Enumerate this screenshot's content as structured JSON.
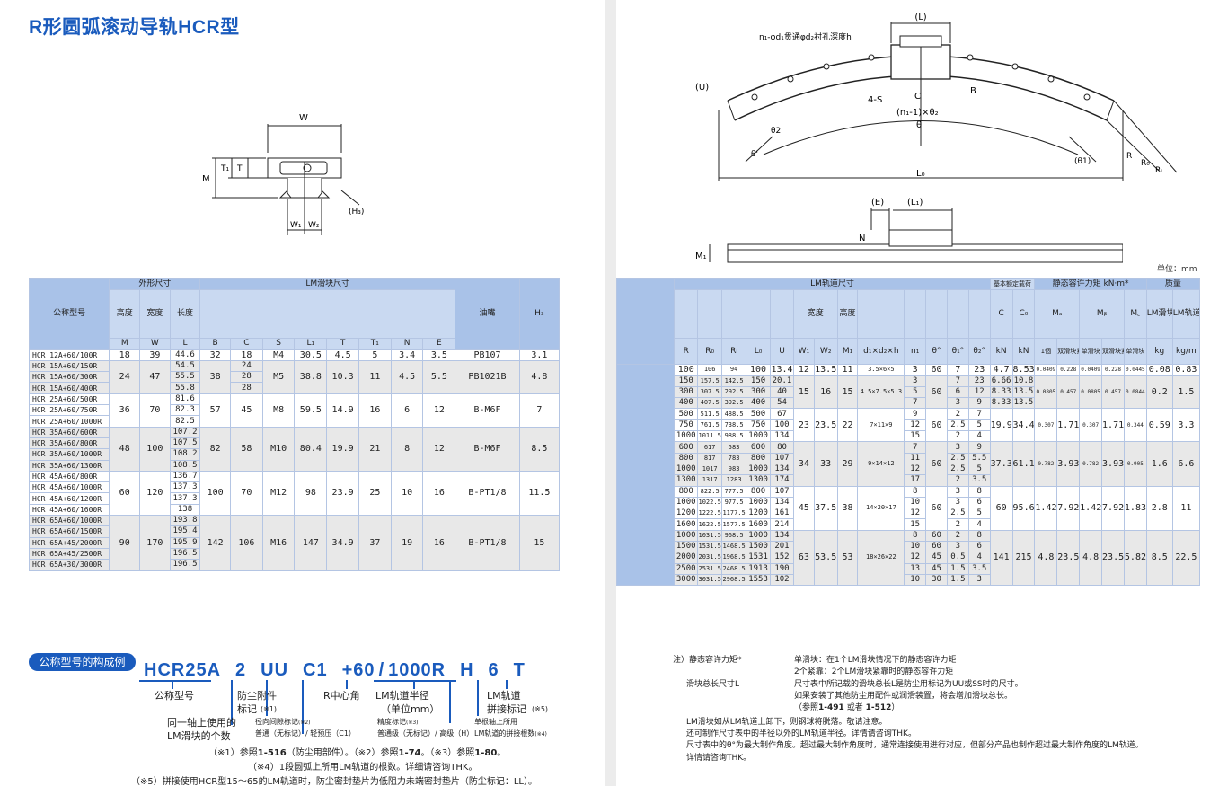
{
  "title": "R形圆弧滚动导轨HCR型",
  "unit": "单位：mm",
  "diagram_labels": {
    "W": "W",
    "M": "M",
    "T1": "T₁",
    "T": "T",
    "H3": "(H₃)",
    "W1": "W₁",
    "W2": "W₂",
    "L": "(L)",
    "n1": "n₁-φd₁贯通φd₂衬孔深度h",
    "U": "(U)",
    "B": "B",
    "4S": "4-S",
    "C": "C",
    "n1theta2": "(n₁-1)×θ₂",
    "theta": "θ",
    "theta2": "θ2",
    "theta1": "(θ1)",
    "thetap": "θ'",
    "R": "R",
    "Ro": "R₀",
    "Ri": "Rᵢ",
    "Lo": "L₀",
    "E": "(E)",
    "L1": "(L₁)",
    "N": "N",
    "M1": "M₁"
  },
  "left_header": {
    "model": "公称型号",
    "outer": "外形尺寸",
    "lm_block": "LM滑块尺寸",
    "height": "高度",
    "width": "宽度",
    "length": "长度",
    "grease": "油嘴",
    "H3": "H₃",
    "cols": [
      "M",
      "W",
      "L",
      "B",
      "C",
      "S",
      "L₁",
      "T",
      "T₁",
      "N",
      "E"
    ]
  },
  "right_header": {
    "lm_rail": "LM轨道尺寸",
    "load": "基本额定载荷",
    "static": "静态容许力矩 kN·m*",
    "mass": "质量",
    "width": "宽度",
    "height": "高度",
    "cols": [
      "R",
      "R₀",
      "Rᵢ",
      "L₀",
      "U",
      "W₁",
      "W₂",
      "M₁",
      "d₁×d₂×h",
      "n₁",
      "θ°",
      "θ₁°",
      "θ₂°",
      "kN",
      "kN",
      "kg",
      "kg/m"
    ],
    "C": "C",
    "Co": "C₀",
    "MA": "Mₐ",
    "MB": "Mᵦ",
    "MC": "M꜀",
    "one": "1個",
    "double": "双滑块紧靠",
    "single": "单滑块",
    "lm_block": "LM滑块",
    "lm_rail2": "LM轨道"
  },
  "groups": [
    {
      "g": false,
      "names": [
        "HCR 12A+60/100R"
      ],
      "M": "18",
      "W": "39",
      "L": [
        "44.6"
      ],
      "B": "32",
      "C": [
        "18"
      ],
      "S": "M4",
      "L1": "30.5",
      "T": "4.5",
      "T1": "5",
      "N": "3.4",
      "E": "3.5",
      "nip": "PB107",
      "H3": "3.1",
      "R": [
        "100"
      ],
      "Ro": [
        "106"
      ],
      "Ri": [
        "94"
      ],
      "Lo": [
        "100"
      ],
      "U": [
        "13.4"
      ],
      "W1": "12",
      "W2": "13.5",
      "M1": "11",
      "d": "3.5×6×5",
      "n1": [
        "3"
      ],
      "th": [
        "60"
      ],
      "th1": [
        "7"
      ],
      "th2": [
        "23"
      ],
      "Cv": [
        "4.7"
      ],
      "Co": [
        "8.53"
      ],
      "m": [
        "0.0409",
        "0.228",
        "0.0409",
        "0.228",
        "0.0445"
      ],
      "kgb": "0.08",
      "kgr": "0.83"
    },
    {
      "g": true,
      "names": [
        "HCR 15A+60/150R",
        "HCR 15A+60/300R",
        "HCR 15A+60/400R"
      ],
      "M": "24",
      "W": "47",
      "L": [
        "54.5",
        "55.5",
        "55.8"
      ],
      "B": "38",
      "C": [
        "24",
        "28",
        "28"
      ],
      "S": "M5",
      "L1": "38.8",
      "T": "10.3",
      "T1": "11",
      "N": "4.5",
      "E": "5.5",
      "nip": "PB1021B",
      "H3": "4.8",
      "R": [
        "150",
        "300",
        "400"
      ],
      "Ro": [
        "157.5",
        "307.5",
        "407.5"
      ],
      "Ri": [
        "142.5",
        "292.5",
        "392.5"
      ],
      "Lo": [
        "150",
        "300",
        "400"
      ],
      "U": [
        "20.1",
        "40",
        "54"
      ],
      "W1": "15",
      "W2": "16",
      "M1": "15",
      "d": "4.5×7.5×5.3",
      "n1": [
        "3",
        "5",
        "7"
      ],
      "th": [
        "60"
      ],
      "th1": [
        "7",
        "6",
        "3"
      ],
      "th2": [
        "23",
        "12",
        "9"
      ],
      "Cv": [
        "6.66",
        "8.33",
        "8.33"
      ],
      "Co": [
        "10.8",
        "13.5",
        "13.5"
      ],
      "m": [
        "0.0805",
        "0.457",
        "0.0805",
        "0.457",
        "0.0844"
      ],
      "kgb": "0.2",
      "kgr": "1.5"
    },
    {
      "g": false,
      "names": [
        "HCR 25A+60/500R",
        "HCR 25A+60/750R",
        "HCR 25A+60/1000R"
      ],
      "M": "36",
      "W": "70",
      "L": [
        "81.6",
        "82.3",
        "82.5"
      ],
      "B": "57",
      "C": [
        "45"
      ],
      "S": "M8",
      "L1": "59.5",
      "T": "14.9",
      "T1": "16",
      "N": "6",
      "E": "12",
      "nip": "B-M6F",
      "H3": "7",
      "R": [
        "500",
        "750",
        "1000"
      ],
      "Ro": [
        "511.5",
        "761.5",
        "1011.5"
      ],
      "Ri": [
        "488.5",
        "738.5",
        "988.5"
      ],
      "Lo": [
        "500",
        "750",
        "1000"
      ],
      "U": [
        "67",
        "100",
        "134"
      ],
      "W1": "23",
      "W2": "23.5",
      "M1": "22",
      "d": "7×11×9",
      "n1": [
        "9",
        "12",
        "15"
      ],
      "th": [
        "60"
      ],
      "th1": [
        "2",
        "2.5",
        "2"
      ],
      "th2": [
        "7",
        "5",
        "4"
      ],
      "Cv": [
        "19.9"
      ],
      "Co": [
        "34.4"
      ],
      "m": [
        "0.307",
        "1.71",
        "0.307",
        "1.71",
        "0.344"
      ],
      "kgb": "0.59",
      "kgr": "3.3"
    },
    {
      "g": true,
      "names": [
        "HCR 35A+60/600R",
        "HCR 35A+60/800R",
        "HCR 35A+60/1000R",
        "HCR 35A+60/1300R"
      ],
      "M": "48",
      "W": "100",
      "L": [
        "107.2",
        "107.5",
        "108.2",
        "108.5"
      ],
      "B": "82",
      "C": [
        "58"
      ],
      "S": "M10",
      "L1": "80.4",
      "T": "19.9",
      "T1": "21",
      "N": "8",
      "E": "12",
      "nip": "B-M6F",
      "H3": "8.5",
      "R": [
        "600",
        "800",
        "1000",
        "1300"
      ],
      "Ro": [
        "617",
        "817",
        "1017",
        "1317"
      ],
      "Ri": [
        "583",
        "783",
        "983",
        "1283"
      ],
      "Lo": [
        "600",
        "800",
        "1000",
        "1300"
      ],
      "U": [
        "80",
        "107",
        "134",
        "174"
      ],
      "W1": "34",
      "W2": "33",
      "M1": "29",
      "d": "9×14×12",
      "n1": [
        "7",
        "11",
        "12",
        "17"
      ],
      "th": [
        "60"
      ],
      "th1": [
        "3",
        "2.5",
        "2.5",
        "2"
      ],
      "th2": [
        "9",
        "5.5",
        "5",
        "3.5"
      ],
      "Cv": [
        "37.3"
      ],
      "Co": [
        "61.1"
      ],
      "m": [
        "0.782",
        "3.93",
        "0.782",
        "3.93",
        "0.905"
      ],
      "kgb": "1.6",
      "kgr": "6.6"
    },
    {
      "g": false,
      "names": [
        "HCR 45A+60/800R",
        "HCR 45A+60/1000R",
        "HCR 45A+60/1200R",
        "HCR 45A+60/1600R"
      ],
      "M": "60",
      "W": "120",
      "L": [
        "136.7",
        "137.3",
        "137.3",
        "138"
      ],
      "B": "100",
      "C": [
        "70"
      ],
      "S": "M12",
      "L1": "98",
      "T": "23.9",
      "T1": "25",
      "N": "10",
      "E": "16",
      "nip": "B-PT1/8",
      "H3": "11.5",
      "R": [
        "800",
        "1000",
        "1200",
        "1600"
      ],
      "Ro": [
        "822.5",
        "1022.5",
        "1222.5",
        "1622.5"
      ],
      "Ri": [
        "777.5",
        "977.5",
        "1177.5",
        "1577.5"
      ],
      "Lo": [
        "800",
        "1000",
        "1200",
        "1600"
      ],
      "U": [
        "107",
        "134",
        "161",
        "214"
      ],
      "W1": "45",
      "W2": "37.5",
      "M1": "38",
      "d": "14×20×17",
      "n1": [
        "8",
        "10",
        "12",
        "15"
      ],
      "th": [
        "60"
      ],
      "th1": [
        "3",
        "3",
        "2.5",
        "2"
      ],
      "th2": [
        "8",
        "6",
        "5",
        "4"
      ],
      "Cv": [
        "60"
      ],
      "Co": [
        "95.6"
      ],
      "m": [
        "1.42",
        "7.92",
        "1.42",
        "7.92",
        "1.83"
      ],
      "kgb": "2.8",
      "kgr": "11"
    },
    {
      "g": true,
      "names": [
        "HCR 65A+60/1000R",
        "HCR 65A+60/1500R",
        "HCR 65A+45/2000R",
        "HCR 65A+45/2500R",
        "HCR 65A+30/3000R"
      ],
      "M": "90",
      "W": "170",
      "L": [
        "193.8",
        "195.4",
        "195.9",
        "196.5",
        "196.5"
      ],
      "B": "142",
      "C": [
        "106"
      ],
      "S": "M16",
      "L1": "147",
      "T": "34.9",
      "T1": "37",
      "N": "19",
      "E": "16",
      "nip": "B-PT1/8",
      "H3": "15",
      "R": [
        "1000",
        "1500",
        "2000",
        "2500",
        "3000"
      ],
      "Ro": [
        "1031.5",
        "1531.5",
        "2031.5",
        "2531.5",
        "3031.5"
      ],
      "Ri": [
        "968.5",
        "1468.5",
        "1968.5",
        "2468.5",
        "2968.5"
      ],
      "Lo": [
        "1000",
        "1500",
        "1531",
        "1913",
        "1553"
      ],
      "U": [
        "134",
        "201",
        "152",
        "190",
        "102"
      ],
      "W1": "63",
      "W2": "53.5",
      "M1": "53",
      "d": "18×26×22",
      "n1": [
        "8",
        "10",
        "12",
        "13",
        "10"
      ],
      "th": [
        "60",
        "60",
        "45",
        "45",
        "30"
      ],
      "th1": [
        "2",
        "3",
        "0.5",
        "1.5",
        "1.5"
      ],
      "th2": [
        "8",
        "6",
        "4",
        "3.5",
        "3"
      ],
      "Cv": [
        "141"
      ],
      "Co": [
        "215"
      ],
      "m": [
        "4.8",
        "23.5",
        "4.8",
        "23.5",
        "5.82"
      ],
      "kgb": "8.5",
      "kgr": "22.5"
    }
  ],
  "example": {
    "badge": "公称型号的构成例",
    "code": [
      "HCR25A",
      "2",
      "UU",
      "C1",
      "+60",
      "/",
      "1000R",
      "H",
      "6",
      "T"
    ],
    "l_model": "公称型号",
    "l_dust": "防尘附件",
    "l_dust2": "标记",
    "l_dust_n": "(※1)",
    "l_r": "R中心角",
    "l_rad": "LM轨道半径",
    "l_rad2": "（单位mm）",
    "l_join": "LM轨道",
    "l_join2": "拼接标记",
    "l_join_n": "(※5)",
    "l_count": "同一轴上使用的",
    "l_count2": "LM滑块的个数",
    "l_clear": "径向间隙标记",
    "l_clear_n": "(※2)",
    "l_clear2": "普通（无标记）/ 轻预压（C1）",
    "l_acc": "精度标记",
    "l_acc_n": "(※3)",
    "l_acc2": "普通级（无标记）/ 高级（H）",
    "l_rails": "单根轴上所用",
    "l_rails2": "LM轨道的拼接根数",
    "l_rails_n": "(※4)",
    "n1": "（※1）参照",
    "n1b": "1-516",
    "n1c": "（防尘用部件）。（※2）参照",
    "n2b": "1-74",
    "n2c": "。（※3）参照",
    "n3b": "1-80",
    "n3c": "。",
    "n4": "（※4）1段圆弧上所用LM轨道的根数。详细请咨询THK。",
    "n5": "（※5）拼接使用HCR型15～65的LM轨道时，防尘密封垫片为低阻力未端密封垫片（防尘标记：LL）。"
  },
  "notes": {
    "a1": "注）静态容许力矩*",
    "a2": "单滑块：在1个LM滑块情况下的静态容许力矩",
    "a3": "2个紧靠：2个LM滑块紧靠时的静态容许力矩",
    "b1": "滑块总长尺寸L",
    "b2": "尺寸表中所记载的滑块总长L是防尘用标记为UU或SS时的尺寸。",
    "b3": "如果安装了其他防尘用配件或润滑装置，将会增加滑块总长。",
    "b4": "（参照",
    "b4b": "1-491",
    "b4c": "或者",
    "b4d": "1-512",
    "b4e": "）",
    "c1": "LM滑块如从LM轨道上卸下，则钢球将脱落。敬请注意。",
    "c2": "还可制作尺寸表中的半径以外的LM轨道半径。详情请咨询THK。",
    "c3": "尺寸表中的θ°为最大制作角度。超过最大制作角度时，通常连接使用进行对应，但部分产品也制作超过最大制作角度的LM轨道。",
    "c4": "详情请咨询THK。"
  }
}
